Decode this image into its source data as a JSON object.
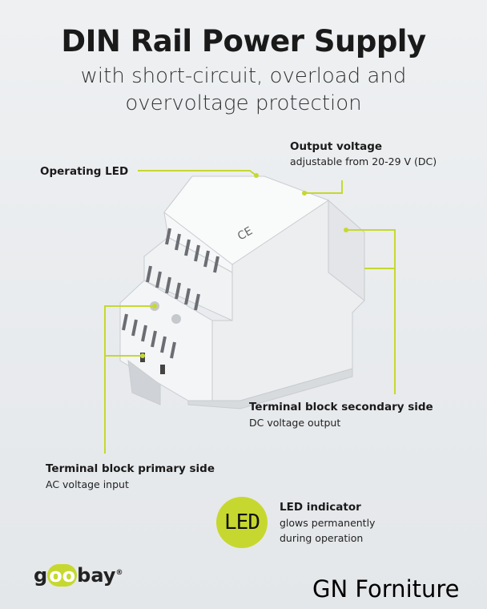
{
  "title": "DIN Rail Power Supply",
  "subtitle_line1": "with short-circuit, overload and",
  "subtitle_line2": "overvoltage protection",
  "callouts": {
    "operating_led": "Operating LED",
    "output_voltage": {
      "label": "Output voltage",
      "desc": "adjustable from 20-29 V (DC)"
    },
    "terminal_secondary": {
      "label": "Terminal block secondary side",
      "desc": "DC voltage output"
    },
    "terminal_primary": {
      "label": "Terminal block primary side",
      "desc": "AC voltage input"
    },
    "led_indicator": {
      "badge": "LED",
      "label": "LED indicator",
      "desc_line1": "glows permanently",
      "desc_line2": "during operation"
    }
  },
  "brand": {
    "pre": "g",
    "oo": "oo",
    "post": "bay",
    "reg": "®"
  },
  "watermark": "GN Forniture",
  "colors": {
    "accent": "#c6d82f",
    "text": "#1a1a1a",
    "background": "#e8ebee"
  }
}
